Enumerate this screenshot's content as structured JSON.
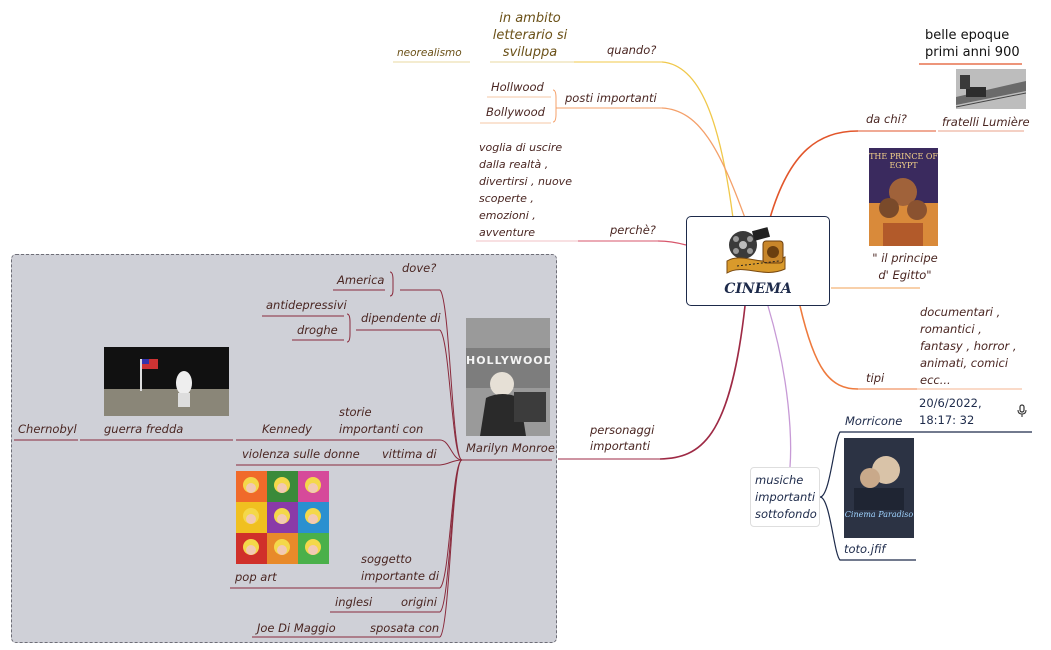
{
  "center": {
    "title": "CINEMA",
    "icon": "film-reel-icon"
  },
  "top_right_note": {
    "line1": "belle epoque",
    "line2": "primi anni 900"
  },
  "branches": {
    "quando": {
      "label": "quando?",
      "sub": "in ambito letterario si sviluppa",
      "leaf": "neorealismo"
    },
    "posti": {
      "label": "posti importanti",
      "items": [
        "Hollwood",
        "Bollywood"
      ]
    },
    "perche": {
      "label": "perchè?",
      "text": "voglia di uscire dalla realtà , divertirsi , nuove scoperte , emozioni , avventure"
    },
    "dachi": {
      "label": "da chi?",
      "leaf": "fratelli Lumière"
    },
    "film": {
      "caption": "\" il principe d' Egitto\"",
      "poster_title": "THE PRINCE OF EGYPT"
    },
    "tipi": {
      "label": "tipi",
      "text": "documentari , romantici , fantasy , horror , animati, comici ecc..."
    },
    "musiche": {
      "label": "musiche importanti sottofondo",
      "items": [
        "Morricone",
        "toto.jfif"
      ],
      "audio_label": "20/6/2022, 18:17: 32",
      "poster_title": "Cinema Paradiso"
    },
    "personaggi": {
      "label": "personaggi importanti"
    }
  },
  "marilyn": {
    "name": "Marilyn Monroe",
    "image_sign": "HOLLYWOOD",
    "dove": {
      "label": "dove?",
      "leaf": "America"
    },
    "dipendente": {
      "label": "dipendente di",
      "items": [
        "antidepressivi",
        "droghe"
      ]
    },
    "storie": {
      "label": "storie importanti con",
      "leaf": "Kennedy",
      "leaf2": "guerra fredda",
      "leaf3": "Chernobyl"
    },
    "vittima": {
      "label": "vittima di",
      "leaf": "violenza sulle donne"
    },
    "soggetto": {
      "label": "soggetto importante di",
      "leaf": "pop art"
    },
    "origini": {
      "label": "origini",
      "leaf": "inglesi"
    },
    "sposata": {
      "label": "sposata con",
      "leaf": "Joe Di Maggio"
    }
  },
  "colors": {
    "quando": "#f0c84a",
    "posti": "#f4a06a",
    "perche": "#d7566b",
    "dachi": "#e2562b",
    "film": "#f3b477",
    "tipi": "#ee7a3d",
    "musiche": "#c79ad6",
    "personaggi": "#9e2a45",
    "accent_dark": "#1d2a4a",
    "group_bg": "#cfd0d7"
  }
}
